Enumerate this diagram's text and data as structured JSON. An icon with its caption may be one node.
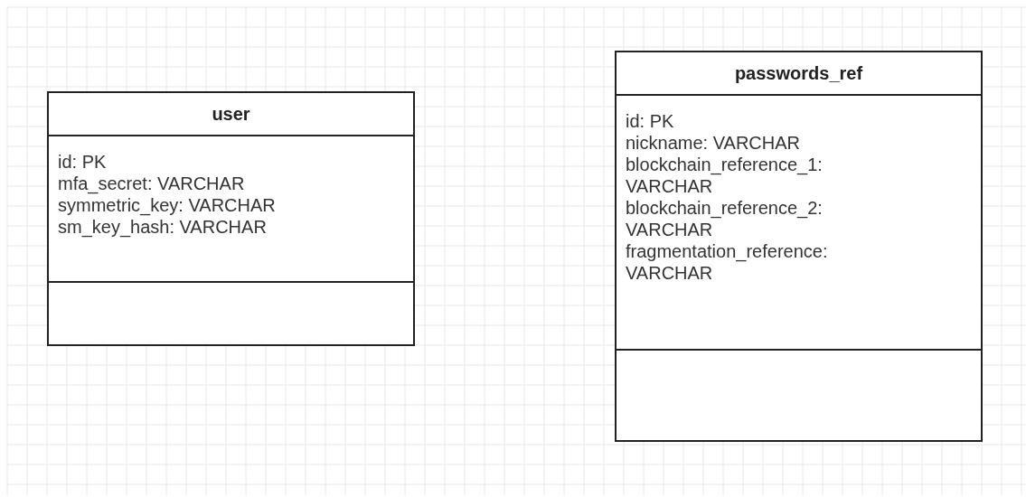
{
  "diagram": {
    "nodes": [
      {
        "text": [
          "user",
          "id: PK",
          "mfa_secret: VARCHAR",
          "symmetric_key: VARCHAR",
          "sm_key_hash: VARCHAR"
        ]
      },
      {
        "text": [
          "passwords_ref",
          "id: PK",
          "nickname: VARCHAR",
          "blockchain_reference_1: VARCHAR",
          "blockchain_reference_2: VARCHAR",
          "fragmentation_reference: VARCHAR"
        ]
      }
    ]
  }
}
